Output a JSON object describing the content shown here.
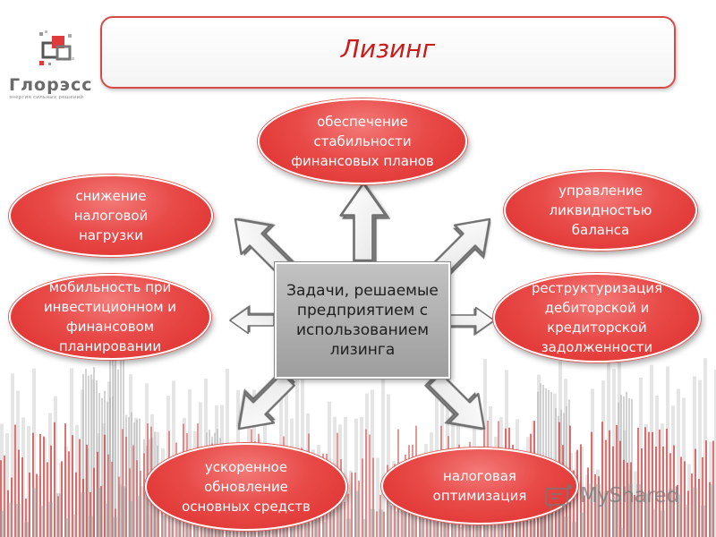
{
  "title": "Лизинг",
  "logo": {
    "name": "Глорэсс",
    "tagline": "энергия сильных решений"
  },
  "center": "Задачи, решаемые предприятием с использованием лизинга",
  "nodes": {
    "top": "обеспечение стабильности финансовых планов",
    "upper_left": "снижение налоговой нагрузки",
    "upper_right": "управление ликвидностью баланса",
    "mid_left": "мобильность при инвестиционном и финансовом планировании",
    "mid_right": "реструктуризация дебиторской и кредиторской задолженности",
    "bottom_left": "ускоренное обновление основных средств",
    "bottom_right": "налоговая оптимизация"
  },
  "watermark": "MyShared",
  "colors": {
    "accent": "#cc1b1b",
    "bubble": "#e84a48",
    "center_box": "#b0b0b0"
  }
}
